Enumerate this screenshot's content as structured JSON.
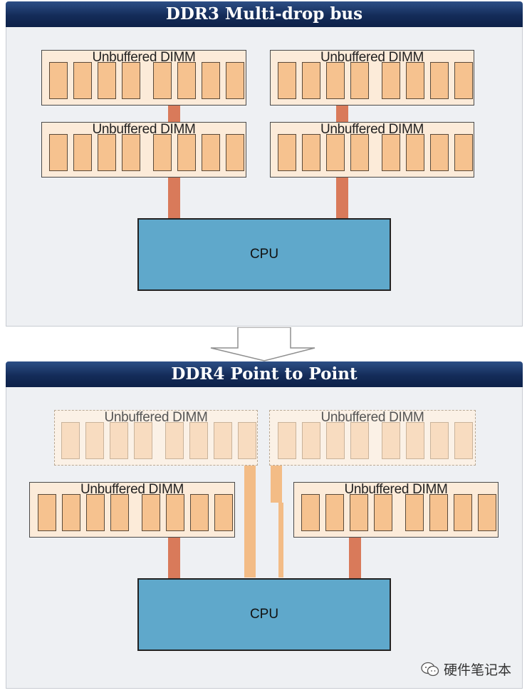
{
  "top": {
    "title": "DDR3 Multi-drop bus",
    "dimm_label": "Unbuffered DIMM",
    "cpu_label": "CPU"
  },
  "bottom": {
    "title": "DDR4 Point to Point",
    "dimm_label": "Unbuffered DIMM",
    "cpu_label": "CPU"
  },
  "watermark": "硬件笔记本",
  "colors": {
    "header": "#142c59",
    "dimm": "#fcebd9",
    "chip": "#f6c28f",
    "trace": "#d97a5a",
    "cpu": "#5fa8cb"
  }
}
